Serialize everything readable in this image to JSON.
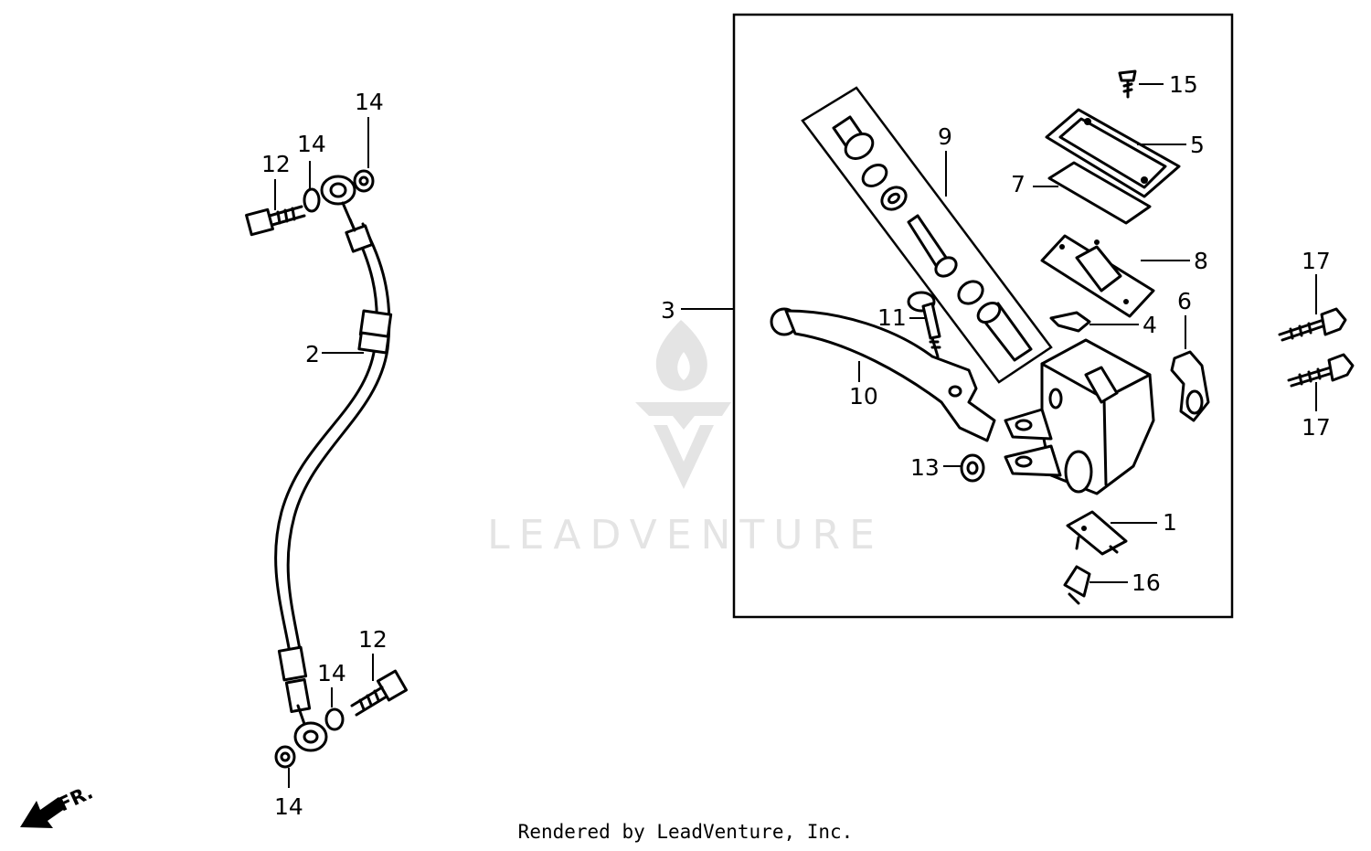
{
  "callouts": {
    "hose": "2",
    "master_cylinder_assembly": "3",
    "bolt_top": "12",
    "bolt_bottom": "12",
    "washer_top_left": "14",
    "washer_top_right": "14",
    "washer_bottom_mid": "14",
    "washer_bottom_low": "14",
    "piston_set": "9",
    "pivot_bolt": "11",
    "lever": "10",
    "nut": "13",
    "screw_top": "15",
    "cap": "5",
    "plate": "7",
    "diaphragm": "8",
    "boot": "4",
    "holder": "6",
    "switch": "1",
    "screw_bottom": "16",
    "bolt_upper_right": "17",
    "bolt_lower_right": "17"
  },
  "direction_marker": "FR.",
  "watermark": {
    "text": "LEADVENTURE",
    "color": "#e4e4e4"
  },
  "footer": "Rendered by LeadVenture, Inc.",
  "colors": {
    "line": "#000000",
    "background": "#ffffff",
    "watermark": "#e4e4e4"
  }
}
